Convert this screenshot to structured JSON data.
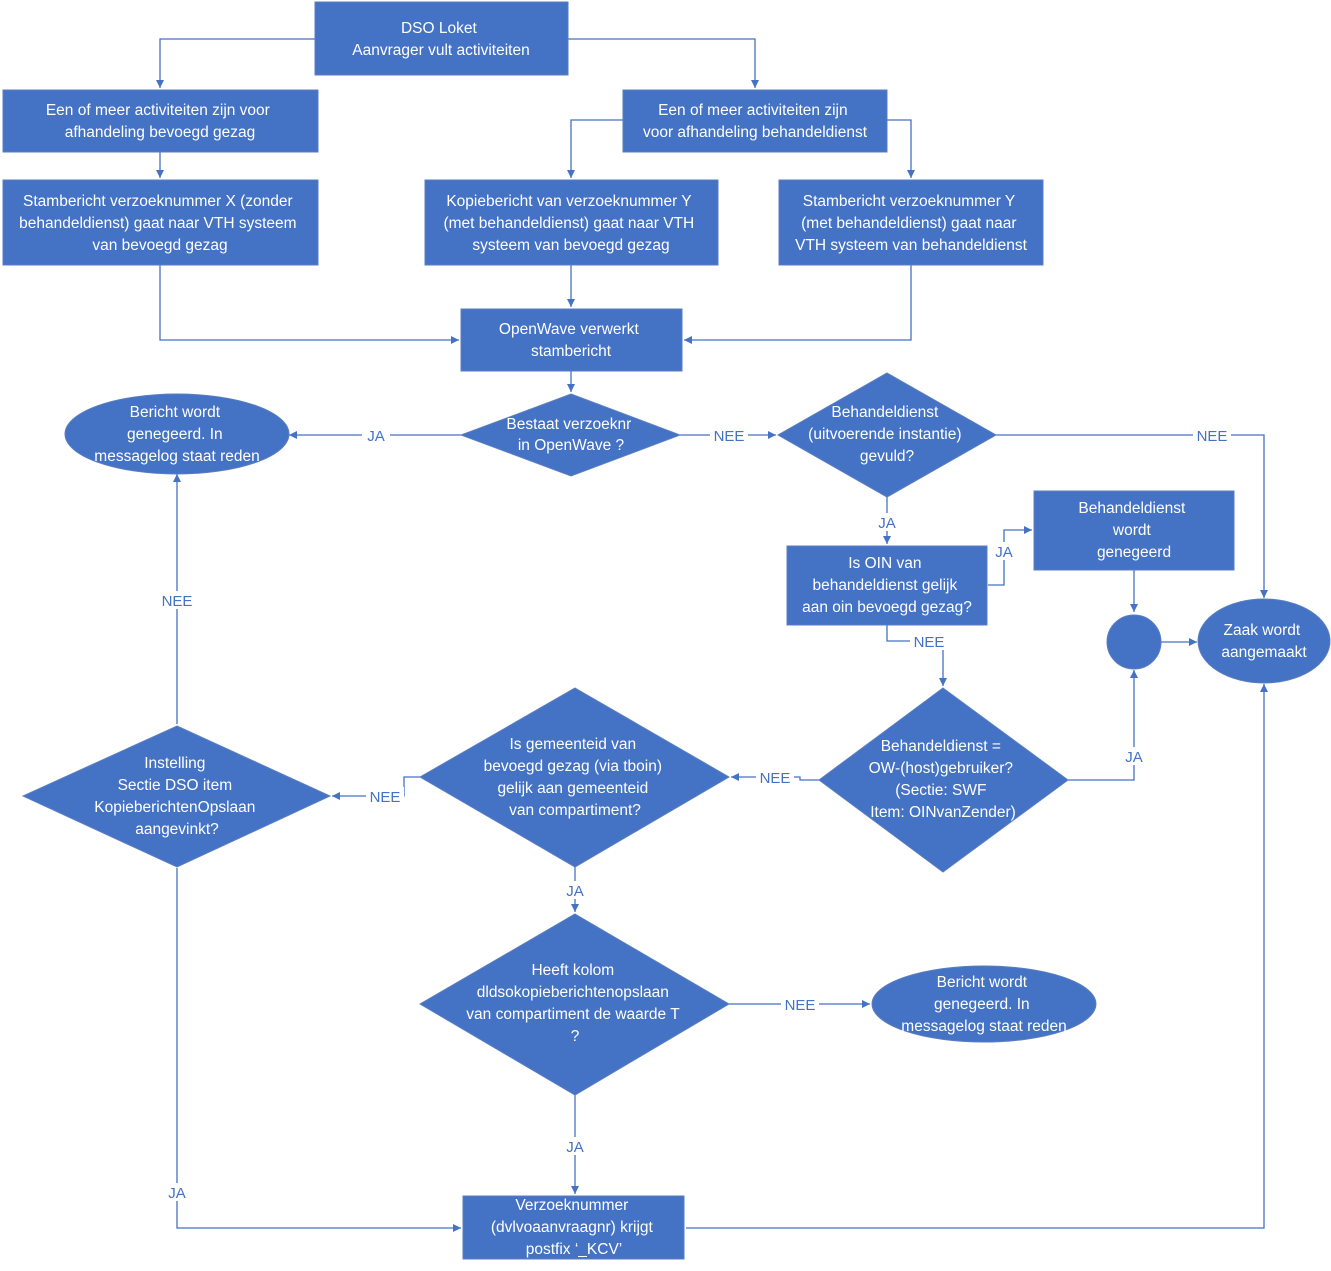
{
  "flowchart": {
    "nodes": {
      "dso_loket": {
        "lines": [
          "DSO Loket",
          "Aanvrager vult activiteiten"
        ]
      },
      "bevoegd_gezag": {
        "lines": [
          "Een of meer activiteiten zijn  voor",
          "afhandeling bevoegd gezag"
        ]
      },
      "behandeldienst_afh": {
        "lines": [
          "Een of meer activiteiten zijn",
          "voor afhandeling behandeldienst"
        ]
      },
      "stambericht_x": {
        "lines": [
          "Stambericht verzoeknummer X (zonder",
          "behandeldienst) gaat naar VTH systeem",
          "van bevoegd gezag"
        ]
      },
      "kopiebericht_y": {
        "lines": [
          "Kopiebericht van verzoeknummer Y",
          "(met behandeldienst) gaat naar VTH",
          "systeem van bevoegd gezag"
        ]
      },
      "stambericht_y": {
        "lines": [
          "Stambericht verzoeknummer Y",
          "(met behandeldienst) gaat naar",
          "VTH systeem van behandeldienst"
        ]
      },
      "openwave": {
        "lines": [
          "OpenWave verwerkt",
          "stambericht"
        ]
      },
      "bestaat_verzoeknr": {
        "lines": [
          "Bestaat verzoeknr",
          "in OpenWave ?"
        ]
      },
      "bericht_genegeerd_1": {
        "lines": [
          "Bericht wordt",
          "genegeerd. In",
          "messagelog staat reden"
        ]
      },
      "behandeldienst_gevuld": {
        "lines": [
          "Behandeldienst",
          "(uitvoerende instantie)",
          "gevuld?"
        ]
      },
      "is_oin": {
        "lines": [
          "Is OIN van",
          "behandeldienst gelijk",
          "aan oin bevoegd gezag?"
        ]
      },
      "behandeldienst_genegeerd": {
        "lines": [
          "Behandeldienst",
          "wordt",
          "genegeerd"
        ]
      },
      "zaak_aangemaakt": {
        "lines": [
          "Zaak wordt",
          "aangemaakt"
        ]
      },
      "behandeldienst_ow": {
        "lines": [
          "Behandeldienst =",
          "OW-(host)gebruiker?",
          "(Sectie: SWF",
          "Item: OINvanZender)"
        ]
      },
      "is_gemeenteid": {
        "lines": [
          "Is gemeenteid van",
          "bevoegd gezag (via tboin)",
          "gelijk aan gemeenteid",
          "van compartiment?"
        ]
      },
      "instelling": {
        "lines": [
          "Instelling",
          "Sectie DSO item",
          "KopieberichtenOpslaan",
          "aangevinkt?"
        ]
      },
      "heeft_kolom": {
        "lines": [
          "Heeft kolom",
          "dldsokopieberichtenopslaan",
          "van compartiment de waarde T",
          "?"
        ]
      },
      "bericht_genegeerd_2": {
        "lines": [
          "Bericht wordt",
          "genegeerd. In",
          "messagelog staat reden"
        ]
      },
      "verzoeknummer_kcv": {
        "lines": [
          "Verzoeknummer",
          "(dvlvoaanvraagnr) krijgt",
          "postfix ‘_KCV’"
        ]
      }
    },
    "edge_labels": {
      "ja_bestaat": "JA",
      "nee_bestaat": "NEE",
      "nee_gevuld": "NEE",
      "ja_gevuld": "JA",
      "ja_oin": "JA",
      "nee_oin": "NEE",
      "ja_ow": "JA",
      "nee_ow": "NEE",
      "nee_gemeenteid": "NEE",
      "ja_gemeenteid": "JA",
      "nee_instelling": "NEE",
      "ja_instelling": "JA",
      "nee_kolom": "NEE",
      "ja_kolom": "JA"
    }
  }
}
